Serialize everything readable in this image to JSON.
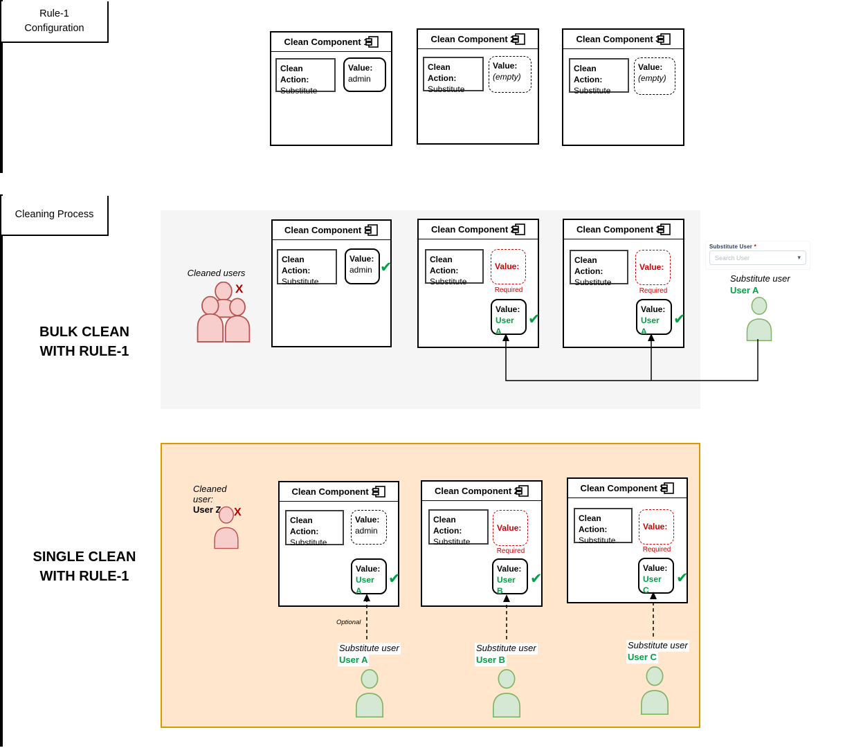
{
  "rule_config": {
    "label_line1": "Rule-1",
    "label_line2": "Configuration",
    "components": [
      {
        "title": "Clean Component 1",
        "action_label": "Clean Action:",
        "action_value": "Substitute",
        "value_label": "Value:",
        "value": "admin"
      },
      {
        "title": "Clean Component 2",
        "action_label": "Clean Action:",
        "action_value": "Substitute",
        "value_label": "Value:",
        "value": "(empty)"
      },
      {
        "title": "Clean Component 3",
        "action_label": "Clean Action:",
        "action_value": "Substitute",
        "value_label": "Value:",
        "value": "(empty)"
      }
    ]
  },
  "cleaning": {
    "section_label": "Cleaning Process",
    "bulk": {
      "title_line1": "BULK CLEAN",
      "title_line2": "WITH RULE-1",
      "cleaned_users_label": "Cleaned users",
      "cleaned_users_x": "X",
      "components": [
        {
          "title": "Clean Component 1",
          "action_label": "Clean Action:",
          "action_value": "Substitute",
          "value_label": "Value:",
          "value": "admin",
          "check": "✔"
        },
        {
          "title": "Clean Component 2",
          "action_label": "Clean Action:",
          "action_value": "Substitute",
          "missing_label": "Value:",
          "required_label": "Required",
          "value_label": "Value:",
          "value": "User A",
          "check": "✔"
        },
        {
          "title": "Clean Component 3",
          "action_label": "Clean Action:",
          "action_value": "Substitute",
          "missing_label": "Value:",
          "required_label": "Required",
          "value_label": "Value:",
          "value": "User A",
          "check": "✔"
        }
      ],
      "search_widget": {
        "label": "Substitute User",
        "required_mark": "*",
        "placeholder": "Search User",
        "caret": "▾"
      },
      "substitute_label": "Substitute user",
      "substitute_name": "User A"
    },
    "single": {
      "title_line1": "SINGLE CLEAN",
      "title_line2": "WITH RULE-1",
      "cleaned_user_label": "Cleaned user:",
      "cleaned_user_name": "User Z",
      "cleaned_user_x": "X",
      "optional_label": "Optional",
      "components": [
        {
          "title": "Clean Component 1",
          "action_label": "Clean Action:",
          "action_value": "Substitute",
          "ghost_value_label": "Value:",
          "ghost_value": "admin",
          "value_label": "Value:",
          "value": "User A",
          "check": "✔"
        },
        {
          "title": "Clean Component 2",
          "action_label": "Clean Action:",
          "action_value": "Substitute",
          "missing_label": "Value:",
          "required_label": "Required",
          "value_label": "Value:",
          "value": "User B",
          "check": "✔"
        },
        {
          "title": "Clean Component 3",
          "action_label": "Clean Action:",
          "action_value": "Substitute",
          "missing_label": "Value:",
          "required_label": "Required",
          "value_label": "Value:",
          "value": "User C",
          "check": "✔"
        }
      ],
      "substitutes": [
        {
          "label": "Substitute user",
          "name": "User A"
        },
        {
          "label": "Substitute user",
          "name": "User B"
        },
        {
          "label": "Substitute user",
          "name": "User C"
        }
      ]
    }
  },
  "colors": {
    "accent_green": "#00a045",
    "alert_red": "#cc0000",
    "person_pink_fill": "#f8cecc",
    "person_pink_stroke": "#b85450",
    "person_green_fill": "#d5e8d4",
    "person_green_stroke": "#82b366",
    "panel_orange_fill": "#ffe6cc",
    "panel_orange_border": "#d79b00",
    "panel_bulk_fill": "#f5f5f5",
    "section_gray_fill": "#e1e1e1"
  }
}
